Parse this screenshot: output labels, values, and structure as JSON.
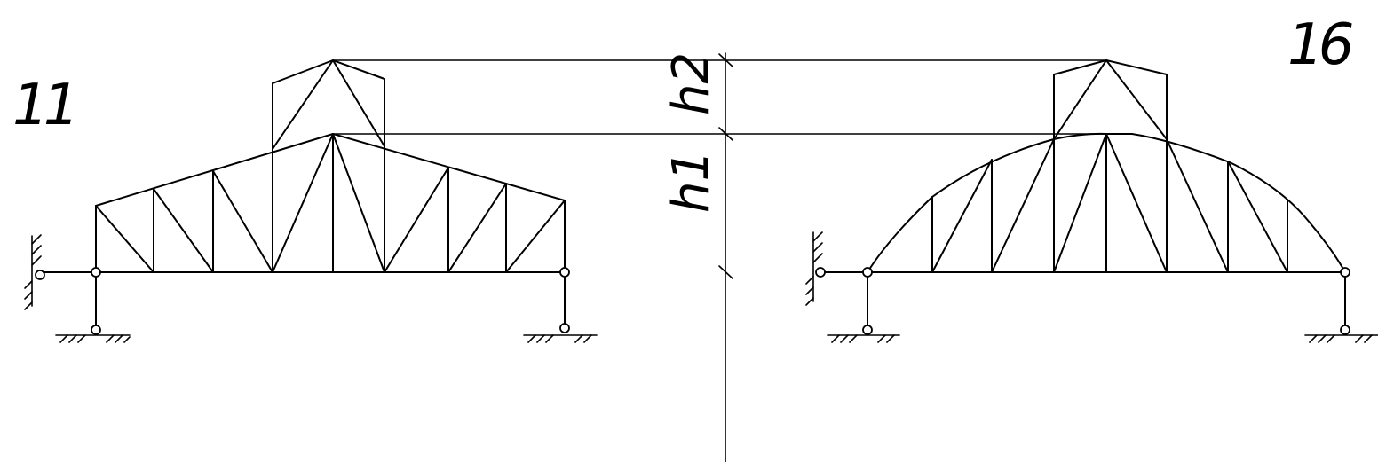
{
  "labels": {
    "left_id": "11",
    "right_id": "16",
    "h1": "h1",
    "h2": "h2"
  },
  "colors": {
    "ink": "#000000",
    "paper": "#ffffff"
  }
}
